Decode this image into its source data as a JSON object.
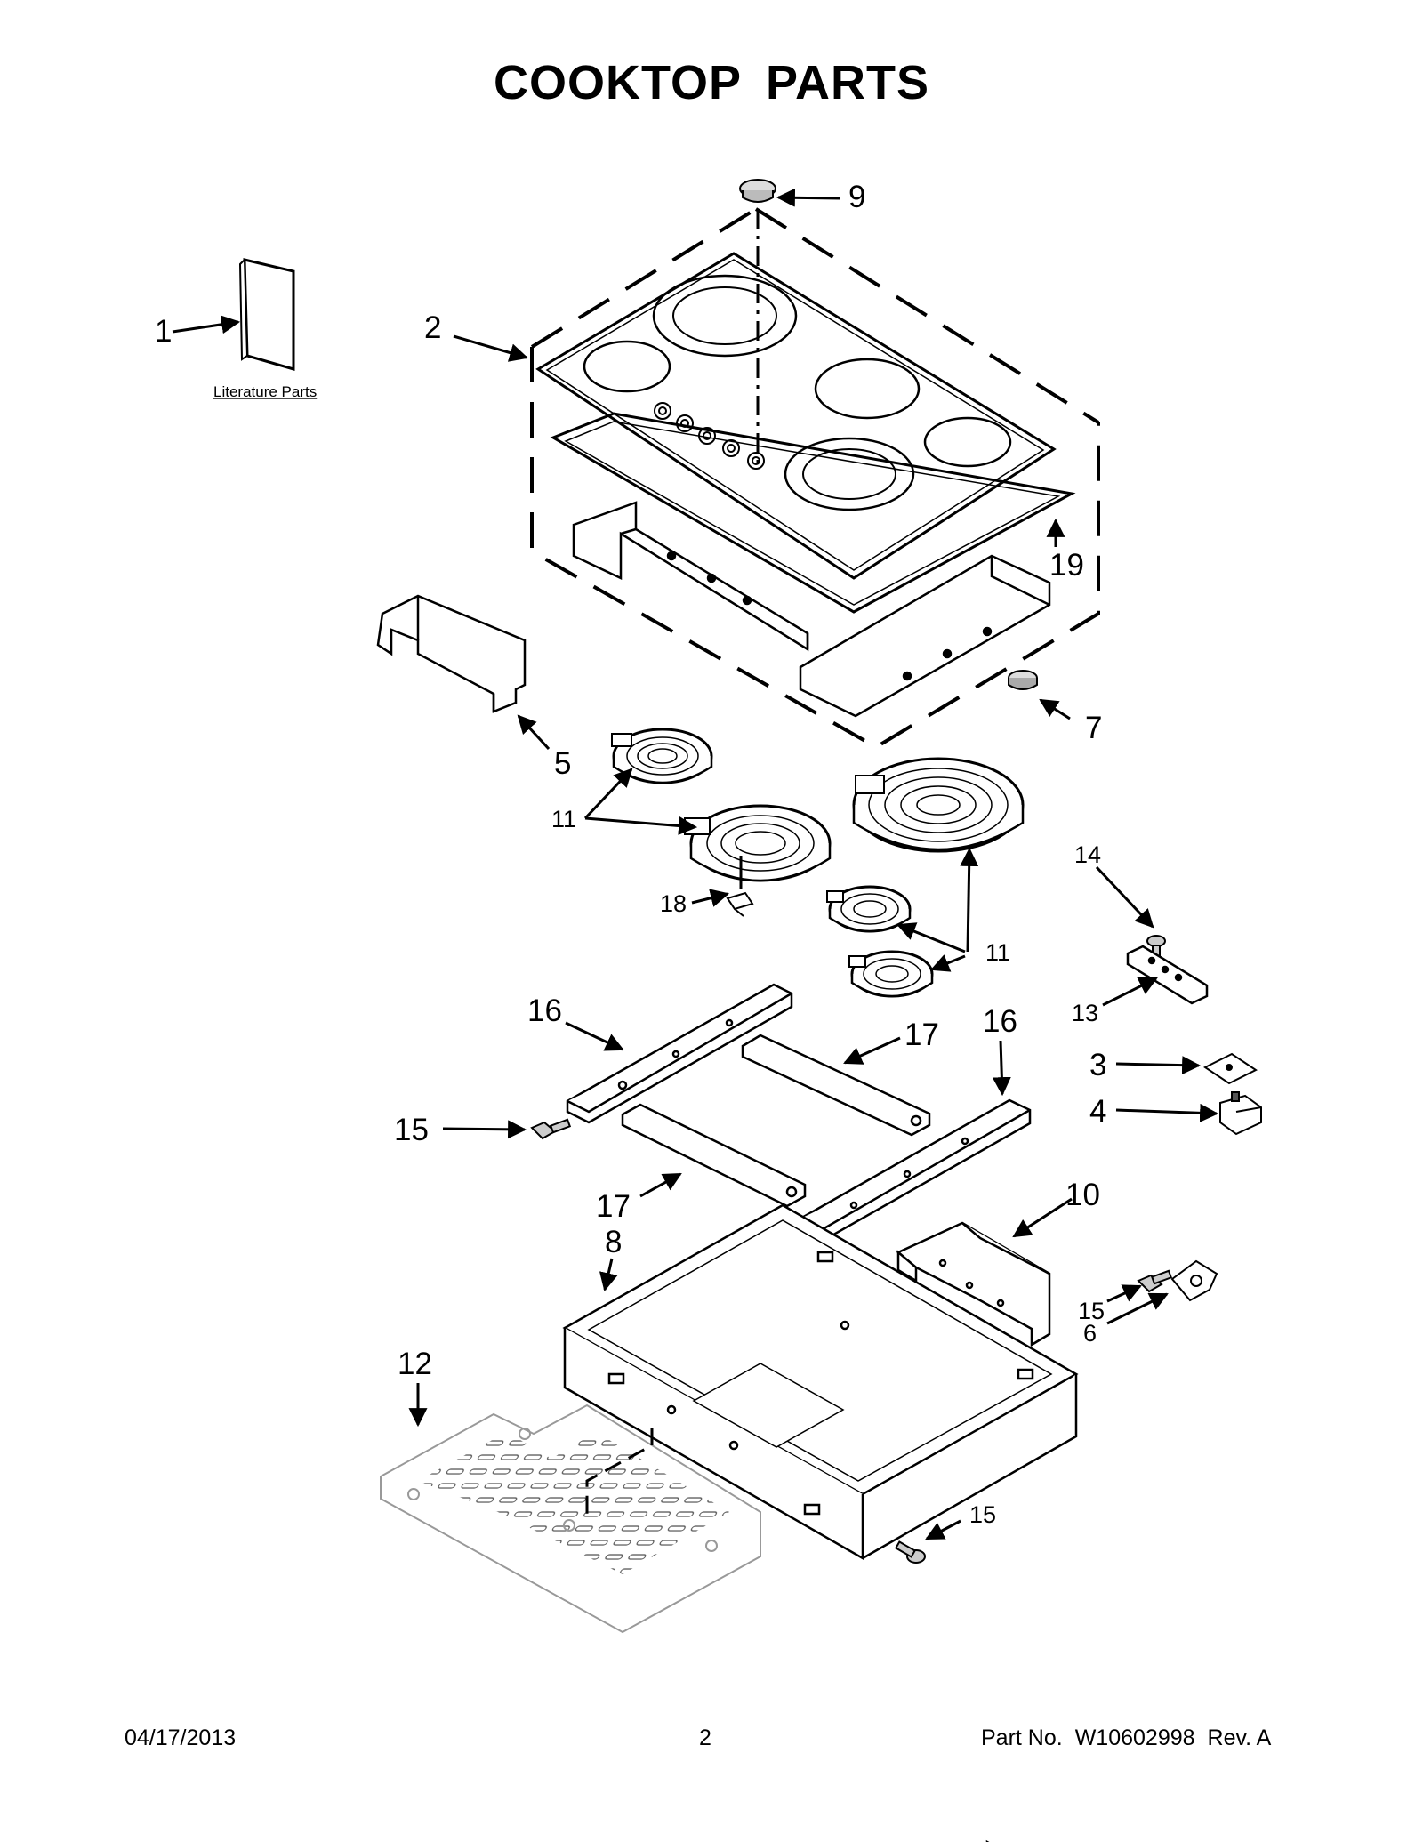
{
  "title": "COOKTOP PARTS",
  "literature_label": "Literature Parts",
  "callouts": {
    "c1": "1",
    "c2": "2",
    "c3": "3",
    "c4": "4",
    "c5": "5",
    "c6": "6",
    "c7": "7",
    "c8": "8",
    "c9": "9",
    "c10": "10",
    "c11a": "11",
    "c11b": "11",
    "c12": "12",
    "c13": "13",
    "c14": "14",
    "c15a": "15",
    "c15b": "15",
    "c15c": "15",
    "c16a": "16",
    "c16b": "16",
    "c17a": "17",
    "c17b": "17",
    "c18": "18",
    "c19": "19"
  },
  "footer": {
    "date": "04/17/2013",
    "page": "2",
    "part_label": "Part No.",
    "part_number": "W10602998",
    "revision": "Rev. A"
  }
}
